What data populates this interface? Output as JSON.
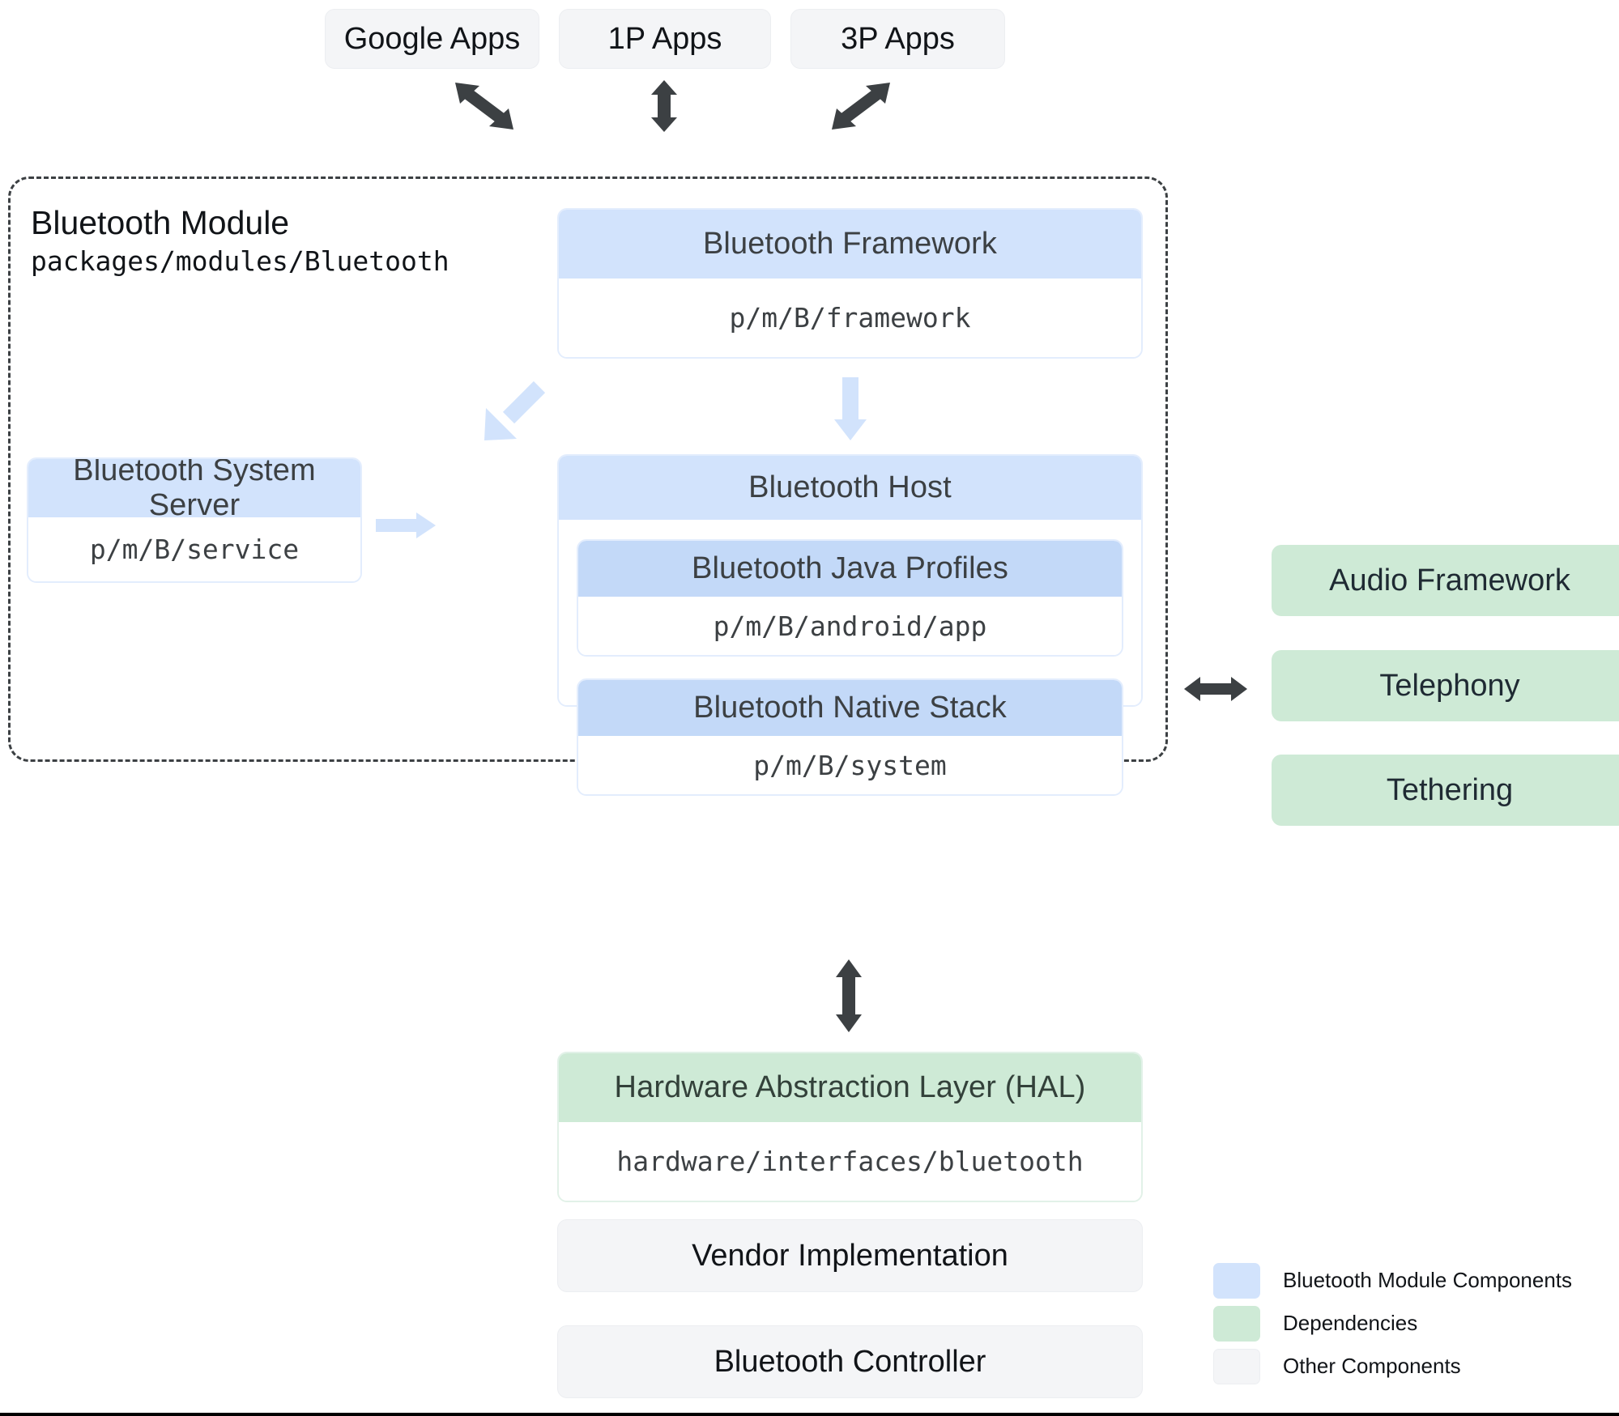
{
  "top_apps": [
    {
      "label": "Google Apps"
    },
    {
      "label": "1P Apps"
    },
    {
      "label": "3P Apps"
    }
  ],
  "module": {
    "title": "Bluetooth Module",
    "subtitle": "packages/modules/Bluetooth"
  },
  "cards": {
    "framework": {
      "title": "Bluetooth Framework",
      "path": "p/m/B/framework"
    },
    "system_server": {
      "title": "Bluetooth System Server",
      "path": "p/m/B/service"
    },
    "host": {
      "title": "Bluetooth Host"
    },
    "java_profiles": {
      "title": "Bluetooth Java Profiles",
      "path": "p/m/B/android/app"
    },
    "native_stack": {
      "title": "Bluetooth Native Stack",
      "path": "p/m/B/system"
    },
    "hal": {
      "title": "Hardware Abstraction Layer (HAL)",
      "path": "hardware/interfaces/bluetooth"
    }
  },
  "dependencies": [
    {
      "label": "Audio Framework"
    },
    {
      "label": "Telephony"
    },
    {
      "label": "Tethering"
    }
  ],
  "bottom_boxes": [
    {
      "label": "Vendor Implementation"
    },
    {
      "label": "Bluetooth Controller"
    }
  ],
  "legend": [
    {
      "label": "Bluetooth Module Components",
      "color": "#d2e3fc"
    },
    {
      "label": "Dependencies",
      "color": "#ceead6"
    },
    {
      "label": "Other Components",
      "color": "#f4f5f7"
    }
  ],
  "colors": {
    "module_blue": "#d2e3fc",
    "inner_blue": "#c3d9f8",
    "dependency_green": "#ceead6",
    "other_grey": "#f4f5f7",
    "arrow_dark": "#3c4043",
    "arrow_light": "#d2e3fc"
  },
  "arrows": {
    "google_apps_link": "bidirectional-diagonal-down-right",
    "oneP_apps_link": "bidirectional-vertical",
    "threeP_apps_link": "bidirectional-diagonal-up-right",
    "framework_to_host": "down",
    "framework_to_system_server": "down-left",
    "system_server_to_host": "right",
    "host_to_dependencies": "bidirectional-horizontal",
    "module_to_hal": "bidirectional-vertical"
  }
}
